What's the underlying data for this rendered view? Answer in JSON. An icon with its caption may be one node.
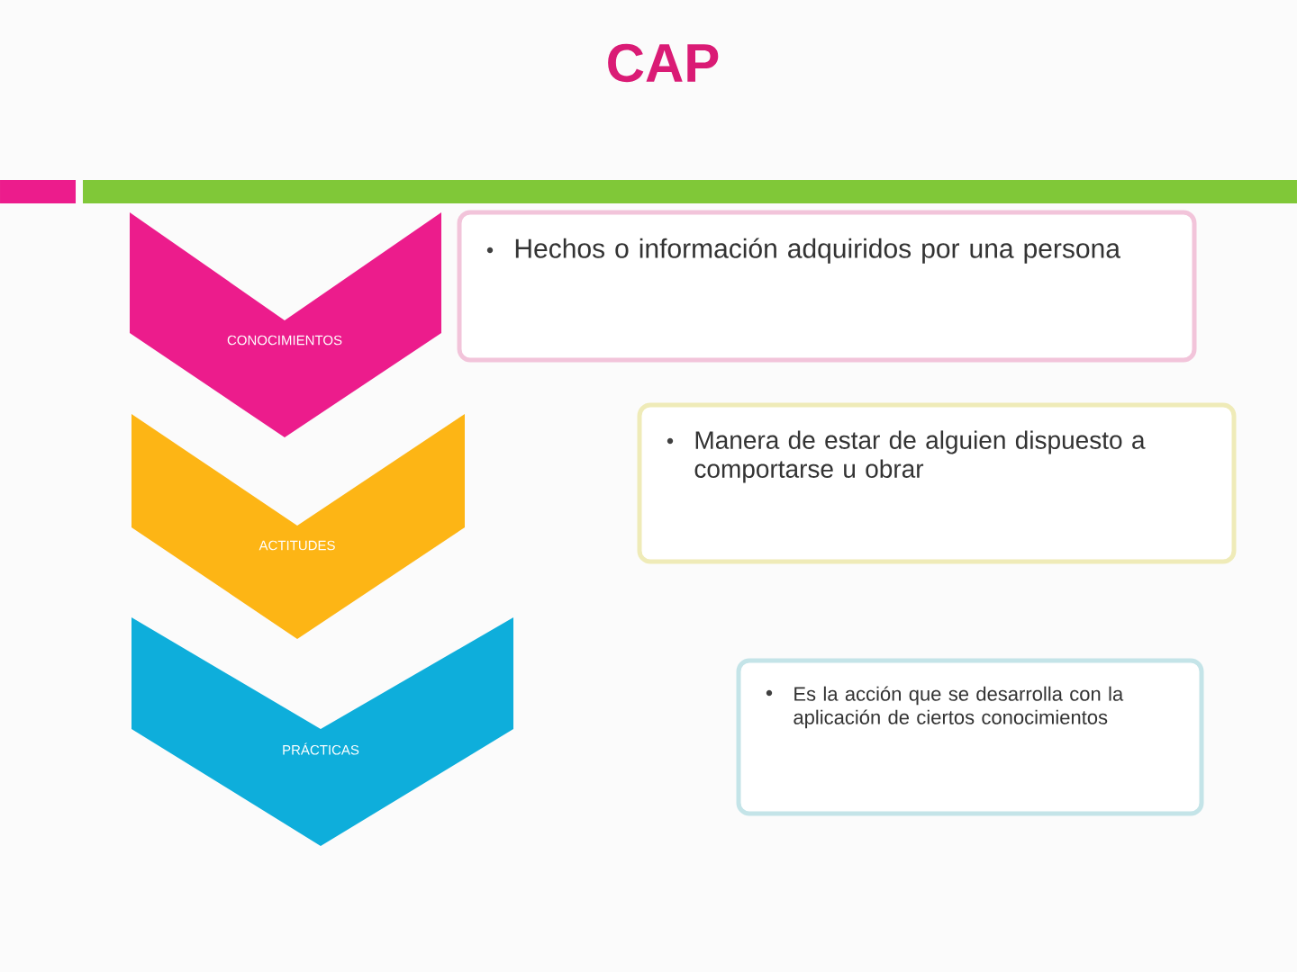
{
  "diagram": {
    "title": "CAP",
    "nodes": [
      {
        "text": [
          "CONOCIMIENTOS"
        ]
      },
      {
        "text": [
          "Hechos o información adquiridos por una persona"
        ]
      },
      {
        "text": [
          "ACTITUDES"
        ]
      },
      {
        "text": [
          "Manera de estar de alguien dispuesto a comportarse u obrar"
        ]
      },
      {
        "text": [
          "PRÁCTICAS"
        ]
      },
      {
        "text": [
          "Es la acción que se desarrolla con la aplicación de ciertos conocimientos"
        ]
      }
    ],
    "edges": []
  }
}
